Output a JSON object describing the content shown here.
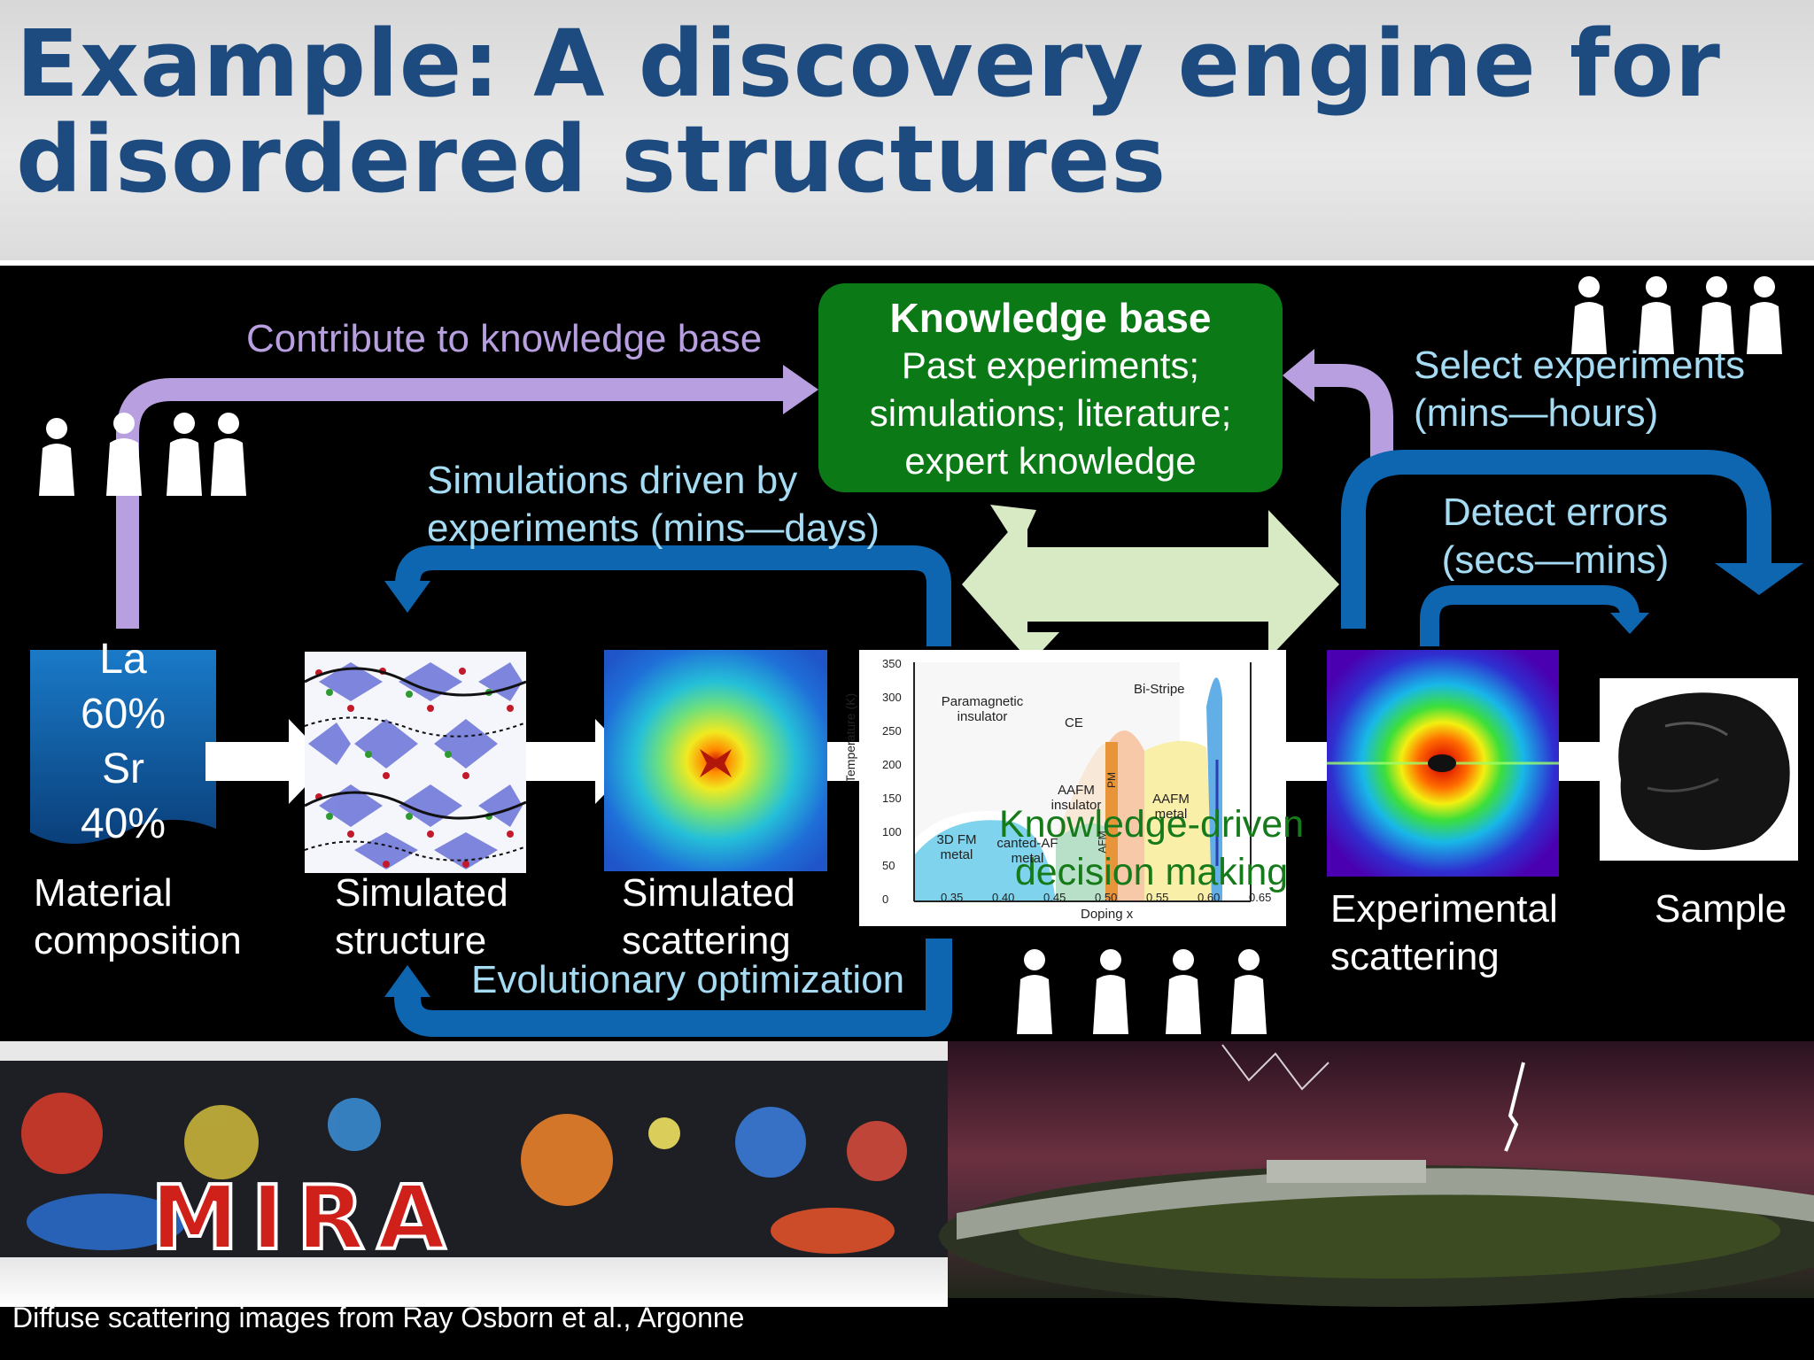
{
  "title": "Example: A discovery engine for disordered structures",
  "title_lines": [
    "Example: A discovery engine for",
    "disordered structures"
  ],
  "knowledge_base": {
    "title": "Knowledge base",
    "body": "Past experiments; simulations; literature; expert knowledge"
  },
  "arrows": {
    "contribute": "Contribute to knowledge base",
    "simulations_driven": "Simulations driven by experiments (mins—days)",
    "select_experiments": "Select experiments (mins—hours)",
    "detect_errors": "Detect errors (secs—mins)",
    "evolutionary": "Evolutionary optimization",
    "decision": "Knowledge-driven decision making"
  },
  "composition": {
    "el1": "La",
    "pct1": "60%",
    "el2": "Sr",
    "pct2": "40%"
  },
  "stages": {
    "material": "Material composition",
    "sim_structure": "Simulated structure",
    "sim_scattering": "Simulated scattering",
    "exp_scattering": "Experimental scattering",
    "sample": "Sample"
  },
  "phase_diagram": {
    "y_ticks": [
      "350",
      "300",
      "250",
      "200",
      "150",
      "100",
      "50",
      "0"
    ],
    "x_ticks": [
      "0.35",
      "0.40",
      "0.45",
      "0.50",
      "0.55",
      "0.60",
      "0.65"
    ],
    "x_label": "Doping x",
    "y_label": "Temperature (K)",
    "regions": {
      "paramagnetic": "Paramagnetic insulator",
      "ce": "CE",
      "bistripe": "Bi-Stripe",
      "pm": "PM",
      "aafm_ins": "AAFM insulator",
      "aafm_metal": "AAFM metal",
      "afm": "AFM",
      "fm_metal": "3D FM metal",
      "canted": "canted-AF metal"
    }
  },
  "photos": {
    "mira_text": "MIRA"
  },
  "caption": "Diffuse scattering images from Ray Osborn et al., Argonne",
  "colors": {
    "title": "#1d4b80",
    "arrow_blue": "#0f66b0",
    "arrow_purple": "#b79fe0",
    "kb_green": "#0b7a16",
    "decision_fill": "#d8eac4"
  }
}
